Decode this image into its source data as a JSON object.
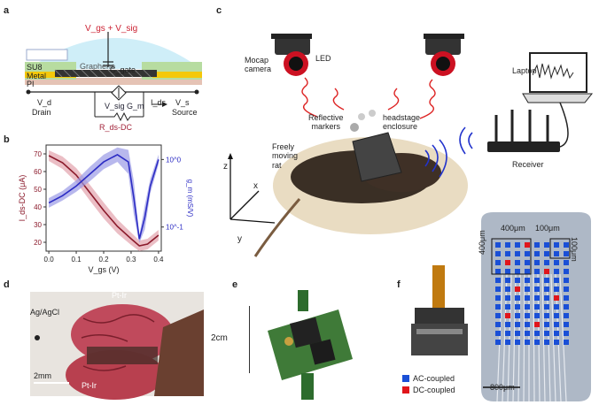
{
  "panels": {
    "a": {
      "letter": "a",
      "top_label": "V_gs + V_sig",
      "layer_su8": "SU8",
      "layer_metal": "Metal",
      "layer_pi": "PI",
      "graphene": "Graphene",
      "cgate": "C_gate",
      "vd": "V_d",
      "drain": "Drain",
      "vs": "V_s",
      "source": "Source",
      "ids": "I_ds",
      "vsiggm": "V_sig G_m",
      "rdsdc": "R_ds-DC"
    },
    "b": {
      "letter": "b"
    },
    "c": {
      "letter": "c",
      "mocap": "Mocap\ncamera",
      "led": "LED",
      "reflective": "Reflective\nmarkers",
      "headstage": "headstage\nenclosure",
      "freely": "Freely\nmoving\nrat",
      "laptop": "Laptop",
      "receiver": "Receiver",
      "axis_z": "z",
      "axis_x": "x",
      "axis_y": "y"
    },
    "d": {
      "letter": "d",
      "ptir_top": "Pt-Ir",
      "agagcl": "Ag/AgCl",
      "scale": "2mm",
      "ptir_bottom": "Pt-Ir"
    },
    "e": {
      "letter": "e",
      "scale": "2cm"
    },
    "f": {
      "letter": "f",
      "legend_ac": "AC-coupled",
      "legend_dc": "DC-coupled",
      "ac_color": "#1a4fd6",
      "dc_color": "#e0151b",
      "dim_400_h": "400μm",
      "dim_100_h": "100μm",
      "dim_400_v": "400μm",
      "dim_100_v": "100μm",
      "scale": "800μm"
    }
  },
  "chart_data": {
    "type": "line",
    "xlabel": "V_gs (V)",
    "ylabel_left": "I_ds-DC (μA)",
    "ylabel_right": "g_m (mS/V)",
    "x_ticks": [
      "0.0",
      "0.1",
      "0.2",
      "0.3",
      "0.4"
    ],
    "y_left_ticks": [
      "20",
      "30",
      "40",
      "50",
      "60",
      "70"
    ],
    "y_right_ticks": [
      "10^0",
      "10^-1"
    ],
    "xlim": [
      -0.01,
      0.41
    ],
    "ylim_left": [
      15,
      75
    ],
    "series": [
      {
        "axis": "left",
        "color": "#8b1a2b",
        "band_color": "#e3a3ad",
        "x": [
          0.0,
          0.05,
          0.1,
          0.15,
          0.2,
          0.25,
          0.3,
          0.33,
          0.36,
          0.4
        ],
        "values": [
          69,
          65,
          58,
          48,
          38,
          29,
          22,
          18,
          19,
          24
        ],
        "band": [
          3,
          3.5,
          4,
          4.5,
          4.5,
          4,
          3.5,
          3,
          3,
          3
        ]
      },
      {
        "axis": "right",
        "color": "#2c2cc4",
        "band_color": "#9a9ae6",
        "x": [
          0.0,
          0.05,
          0.1,
          0.15,
          0.2,
          0.25,
          0.29,
          0.31,
          0.33,
          0.35,
          0.37,
          0.4
        ],
        "values": [
          1.0,
          1.15,
          1.35,
          1.6,
          1.85,
          2.0,
          1.85,
          1.1,
          0.25,
          0.7,
          1.35,
          1.9
        ],
        "band": [
          0.1,
          0.1,
          0.12,
          0.15,
          0.15,
          0.15,
          0.25,
          0.35,
          0.08,
          0.25,
          0.15,
          0.1
        ]
      }
    ]
  }
}
